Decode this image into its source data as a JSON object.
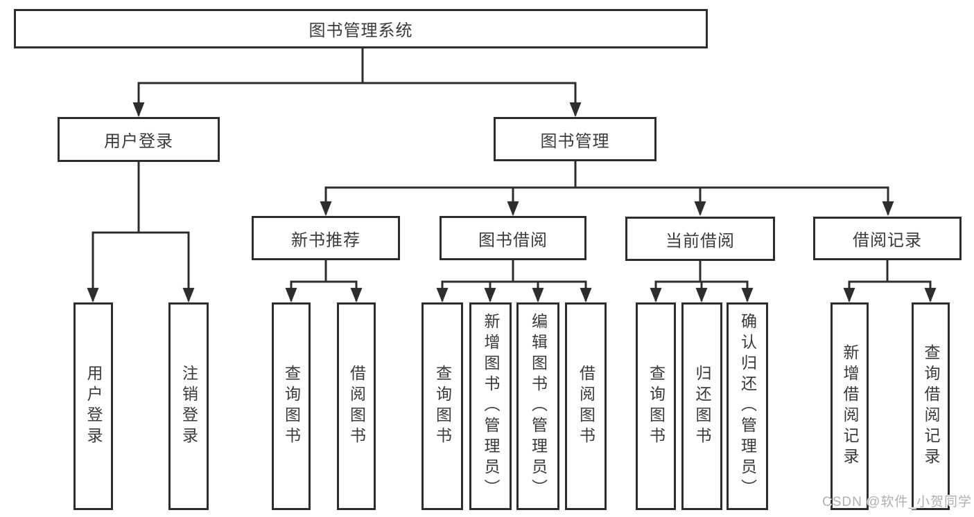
{
  "diagram": {
    "root": {
      "label": "图书管理系统"
    },
    "user_login": {
      "label": "用户登录",
      "children": [
        "用户登录",
        "注销登录"
      ]
    },
    "book_management": {
      "label": "图书管理",
      "sections": [
        {
          "label": "新书推荐",
          "children": [
            "查询图书",
            "借阅图书"
          ]
        },
        {
          "label": "图书借阅",
          "children": [
            "查询图书",
            "新增图书（管理员）",
            "编辑图书（管理员）",
            "借阅图书"
          ]
        },
        {
          "label": "当前借阅",
          "children": [
            "查询图书",
            "归还图书",
            "确认归还（管理员）"
          ]
        },
        {
          "label": "借阅记录",
          "children": [
            "新增借阅记录",
            "查询借阅记录"
          ]
        }
      ]
    },
    "watermark": "CSDN @软件_小贺同学",
    "colors": {
      "line": "#2d2d2d",
      "box_border": "#2d2d2d",
      "text": "#3a3a3a",
      "background": "#ffffff",
      "watermark": "#b0b0b0"
    }
  }
}
